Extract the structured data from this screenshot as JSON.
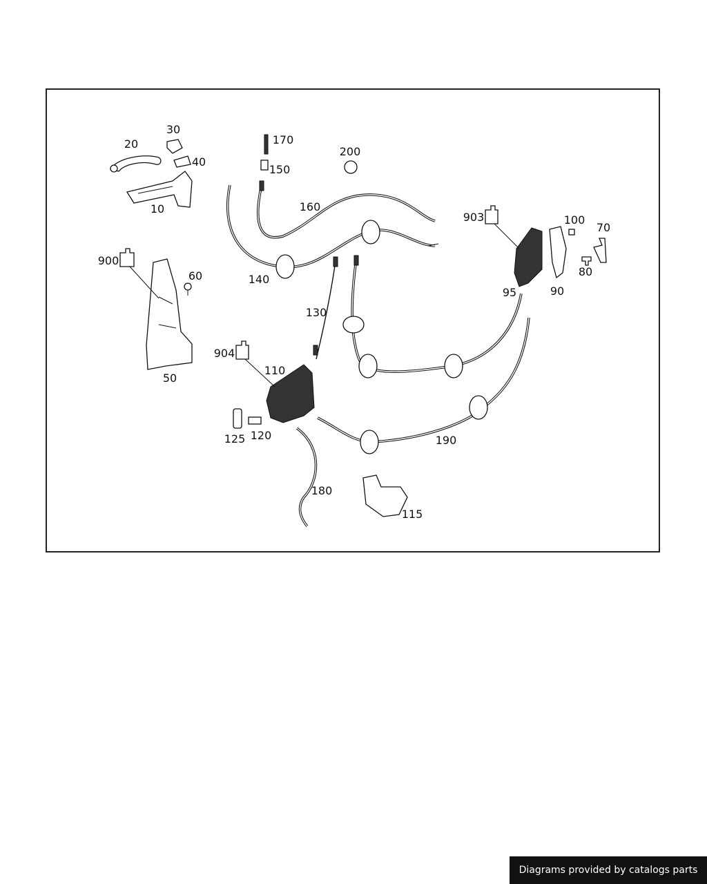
{
  "diagram": {
    "part_labels": {
      "p10": "10",
      "p20": "20",
      "p30": "30",
      "p40": "40",
      "p50": "50",
      "p60": "60",
      "p70": "70",
      "p80": "80",
      "p90": "90",
      "p95": "95",
      "p100": "100",
      "p110": "110",
      "p115": "115",
      "p120": "120",
      "p125": "125",
      "p130": "130",
      "p140": "140",
      "p150": "150",
      "p160": "160",
      "p170": "170",
      "p180": "180",
      "p190": "190",
      "p200": "200",
      "p900": "900",
      "p903": "903",
      "p904": "904"
    }
  },
  "footer": {
    "text": "Diagrams provided by catalogs parts"
  }
}
